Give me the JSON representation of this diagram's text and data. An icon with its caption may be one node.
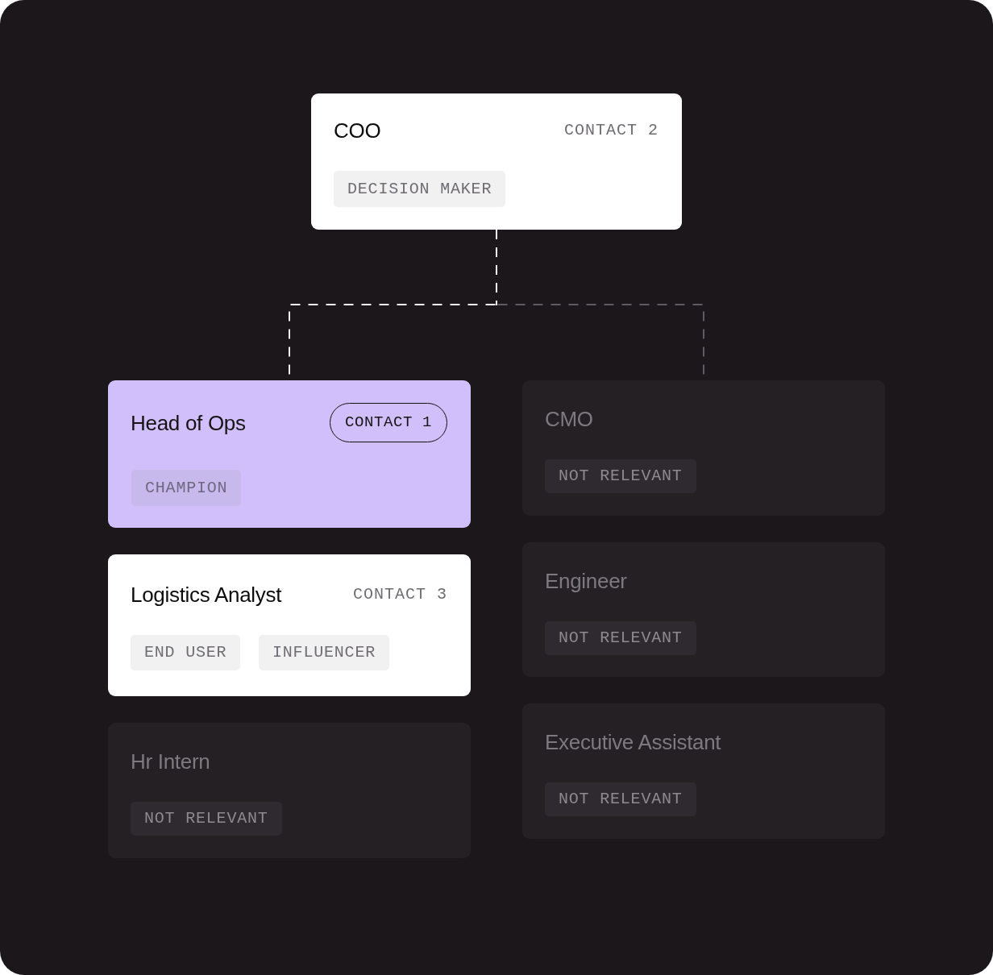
{
  "diagram": {
    "nodes": [
      {
        "text": [
          "COO",
          "CONTACT 2"
        ]
      },
      {
        "text": [
          "DECISION MAKER"
        ],
        "in": 0
      },
      {
        "text": [
          "Head of Ops"
        ]
      },
      {
        "text": [
          "CONTACT 1"
        ],
        "in": 2
      },
      {
        "text": [
          "CHAMPION"
        ],
        "in": 2
      },
      {
        "text": [
          "Logistics Analyst",
          "CONTACT 3"
        ]
      },
      {
        "text": [
          "END USER"
        ],
        "in": 5
      },
      {
        "text": [
          "INFLUENCER"
        ],
        "in": 5
      },
      {
        "text": [
          "Hr Intern"
        ]
      },
      {
        "text": [
          "NOT RELEVANT"
        ],
        "in": 8
      },
      {
        "text": [
          "CMO"
        ]
      },
      {
        "text": [
          "NOT RELEVANT"
        ],
        "in": 10
      },
      {
        "text": [
          "Engineer"
        ]
      },
      {
        "text": [
          "NOT RELEVANT"
        ],
        "in": 12
      },
      {
        "text": [
          "Executive Assistant"
        ]
      },
      {
        "text": [
          "NOT RELEVANT"
        ],
        "in": 14
      }
    ],
    "edges": [
      {
        "from": 0,
        "to": 2,
        "arrow": "none",
        "style": "dashed"
      },
      {
        "from": 0,
        "to": 10,
        "arrow": "none",
        "style": "dashed",
        "color": "#5f5b61"
      }
    ]
  }
}
